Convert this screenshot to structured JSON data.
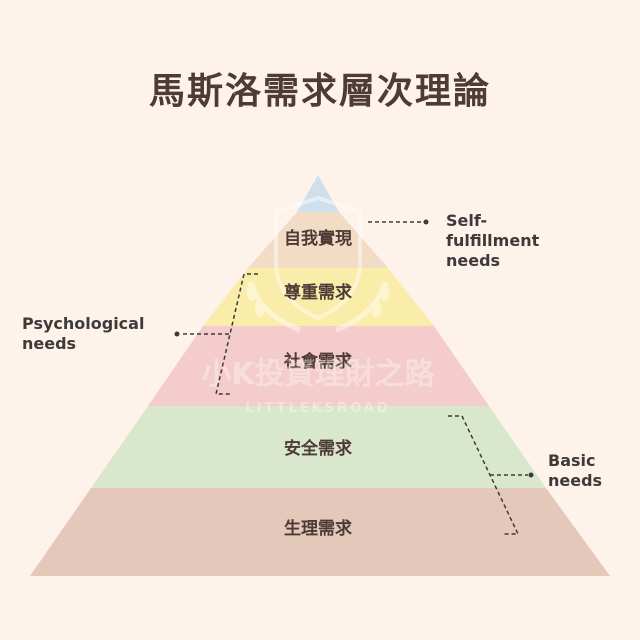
{
  "title": "馬斯洛需求層次理論",
  "levels": [
    {
      "label": "自我實現",
      "color": "#f2dcc5",
      "topColor": "#cfe0ec"
    },
    {
      "label": "尊重需求",
      "color": "#faedaa"
    },
    {
      "label": "社會需求",
      "color": "#f4cccc"
    },
    {
      "label": "安全需求",
      "color": "#d9e8cc"
    },
    {
      "label": "生理需求",
      "color": "#e4c8b9"
    }
  ],
  "groups": {
    "self_fulfillment": {
      "lines": [
        "Self-",
        "fulfillment",
        "needs"
      ]
    },
    "psychological": {
      "lines": [
        "Psychological",
        "needs"
      ]
    },
    "basic": {
      "lines": [
        "Basic",
        "needs"
      ]
    }
  },
  "watermark": {
    "main": "小K投資理財之路",
    "sub": "LITTLEKSROAD"
  }
}
